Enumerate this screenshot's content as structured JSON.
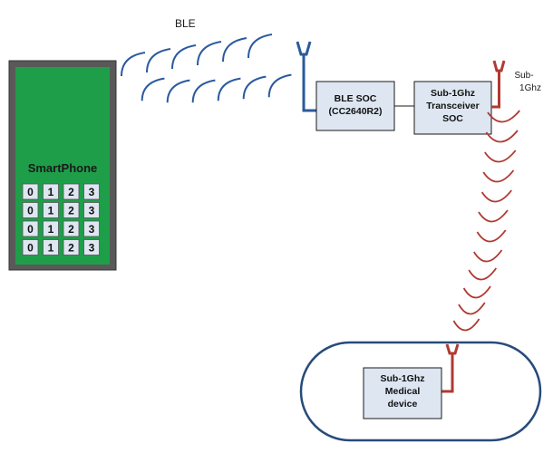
{
  "labels": {
    "ble": "BLE",
    "sub1ghz": [
      "Sub-",
      "1Ghz"
    ]
  },
  "phone": {
    "title": "SmartPhone",
    "keypad": [
      [
        "0",
        "1",
        "2",
        "3"
      ],
      [
        "0",
        "1",
        "2",
        "3"
      ],
      [
        "0",
        "1",
        "2",
        "3"
      ],
      [
        "0",
        "1",
        "2",
        "3"
      ]
    ]
  },
  "boxes": {
    "ble_soc": [
      "BLE SOC",
      "(CC2640R2)"
    ],
    "transceiver": [
      "Sub-1Ghz",
      "Transceiver",
      "SOC"
    ],
    "medical": [
      "Sub-1Ghz",
      "Medical",
      "device"
    ]
  },
  "colors": {
    "phone_body": "#595959",
    "phone_screen": "#1f9e4a",
    "blue_wave": "#2a5a9e",
    "red_wave": "#b03a32",
    "box_fill": "#dde6f1",
    "pill_stroke": "#274b7a"
  }
}
